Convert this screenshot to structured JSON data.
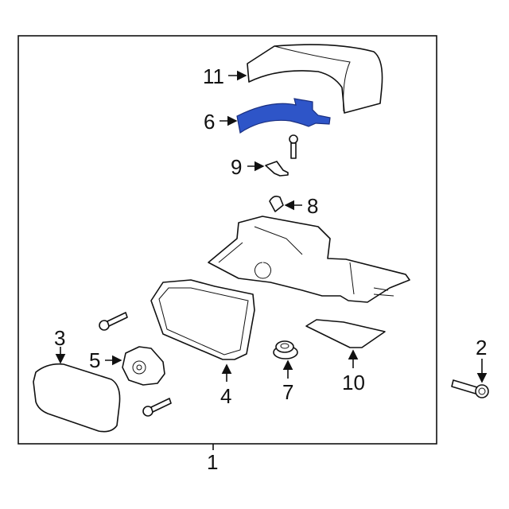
{
  "diagram": {
    "highlight_color": "#2e55c8",
    "highlighted_part": "6",
    "callouts": {
      "p1": "1",
      "p2": "2",
      "p3": "3",
      "p4": "4",
      "p5": "5",
      "p6": "6",
      "p7": "7",
      "p8": "8",
      "p9": "9",
      "p10": "10",
      "p11": "11"
    }
  }
}
